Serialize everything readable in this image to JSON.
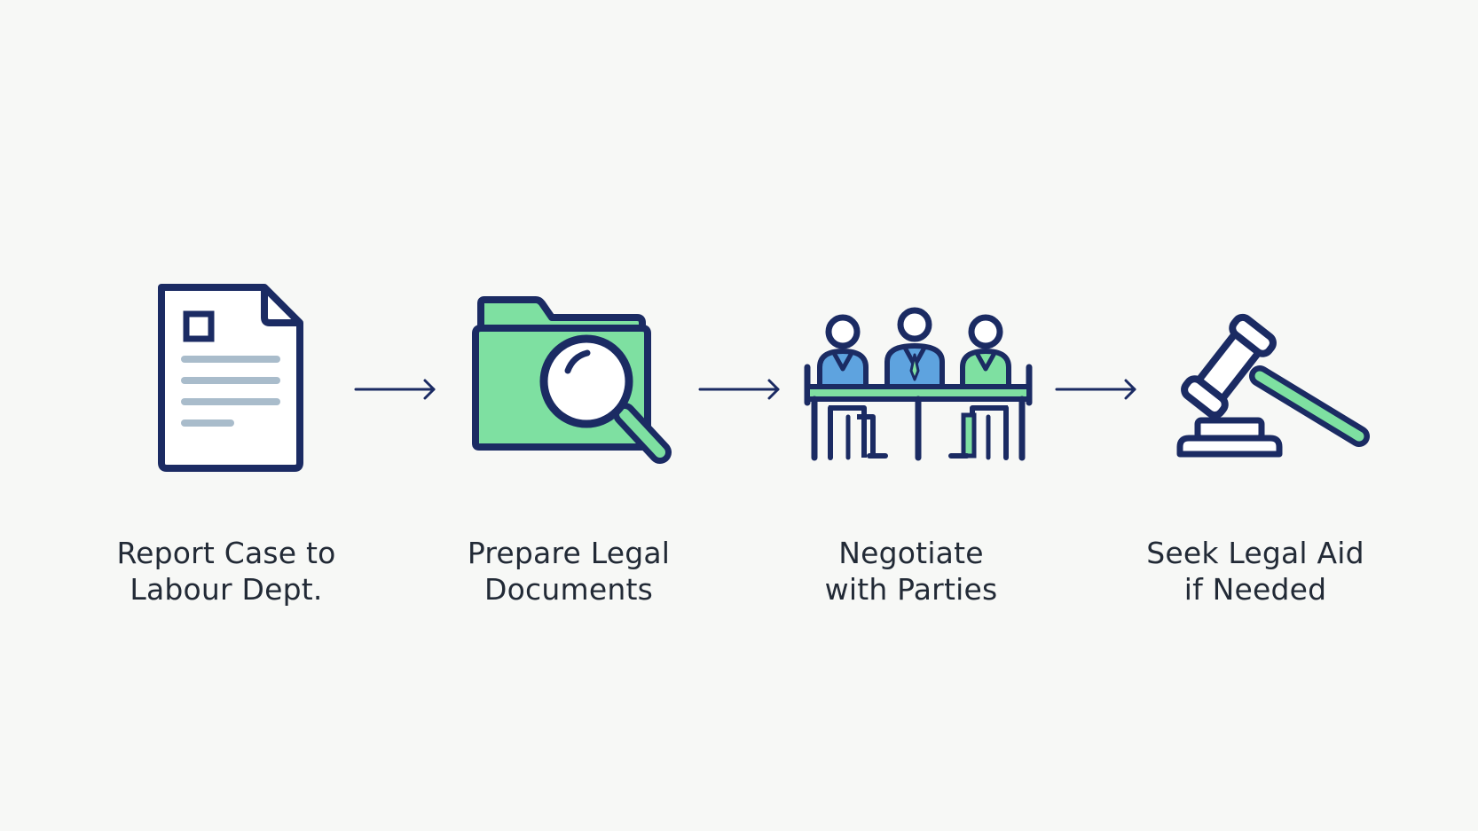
{
  "colors": {
    "outline": "#1b2b63",
    "green": "#7ee0a1",
    "blue": "#5ea3df",
    "doc_lines": "#a9bccb",
    "background": "#f7f8f6"
  },
  "steps": [
    {
      "icon": "document-icon",
      "label_line1": "Report Case to",
      "label_line2": "Labour Dept."
    },
    {
      "icon": "folder-magnifier-icon",
      "label_line1": "Prepare Legal",
      "label_line2": "Documents"
    },
    {
      "icon": "negotiation-table-icon",
      "label_line1": "Negotiate",
      "label_line2": "with Parties"
    },
    {
      "icon": "gavel-icon",
      "label_line1": "Seek Legal Aid",
      "label_line2": "if Needed"
    }
  ]
}
